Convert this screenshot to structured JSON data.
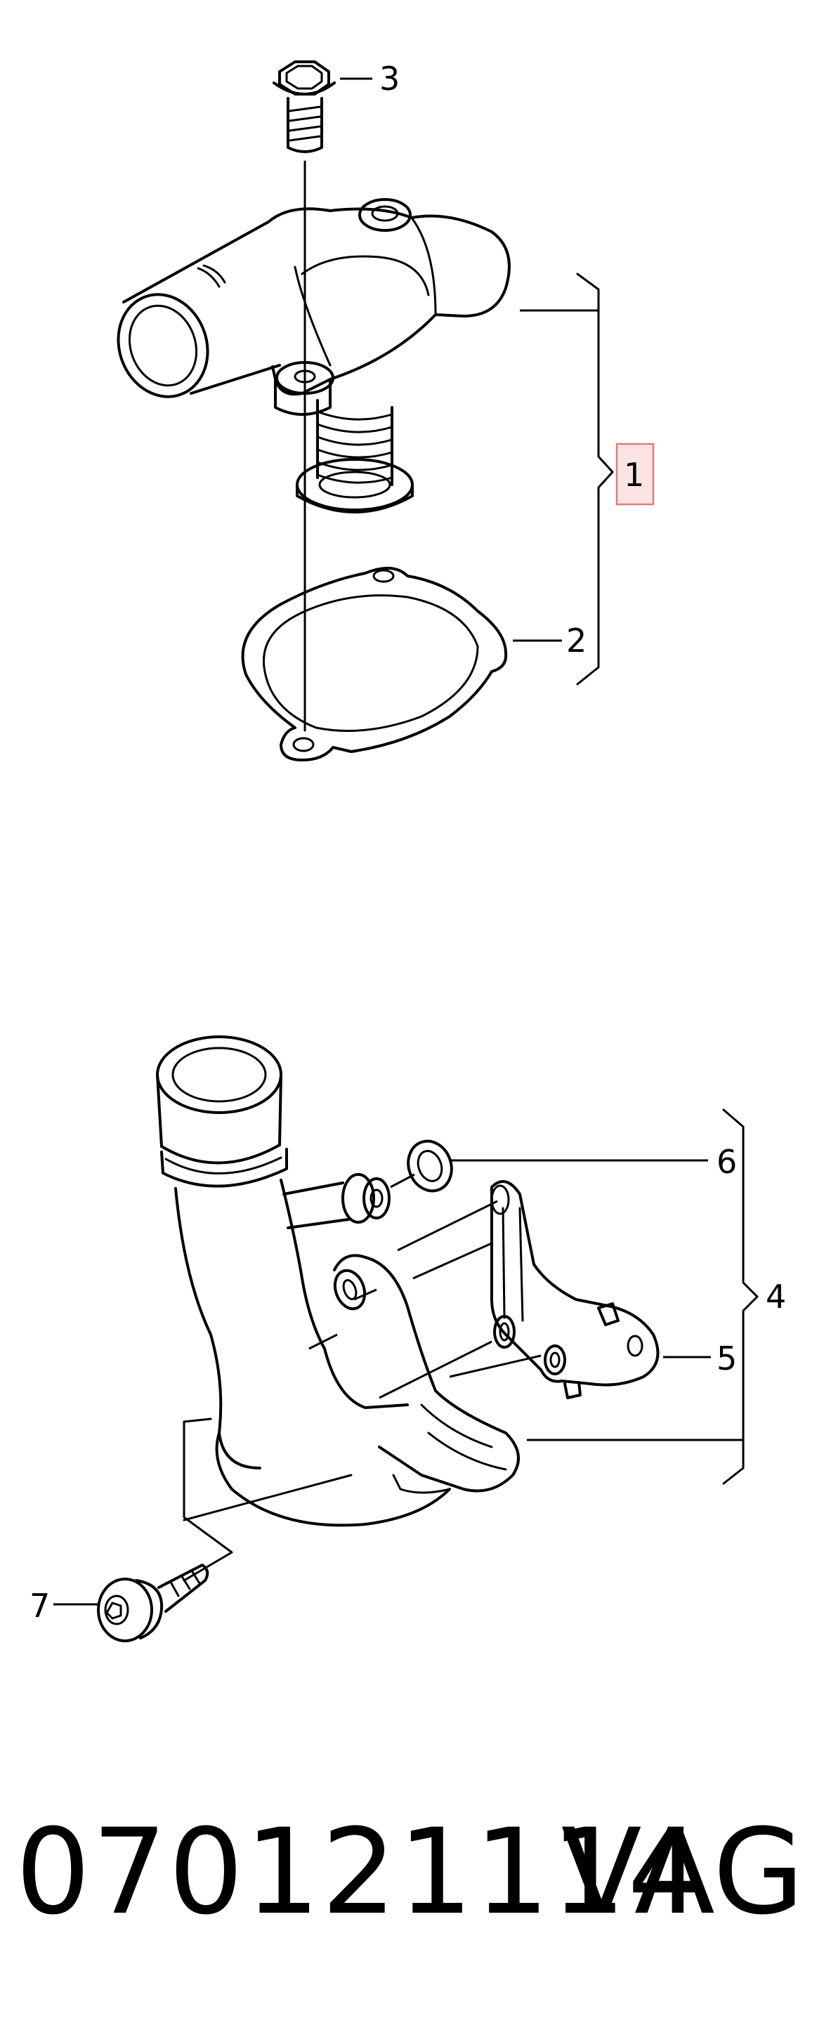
{
  "callouts": {
    "c1": "1",
    "c2": "2",
    "c3": "3",
    "c4": "4",
    "c5": "5",
    "c6": "6",
    "c7": "7"
  },
  "footer": {
    "part_number": "070121114",
    "brand": "VAG"
  },
  "colors": {
    "line": "#000000",
    "highlight_fill": "#fde4e4",
    "highlight_border": "#e07b7b"
  }
}
